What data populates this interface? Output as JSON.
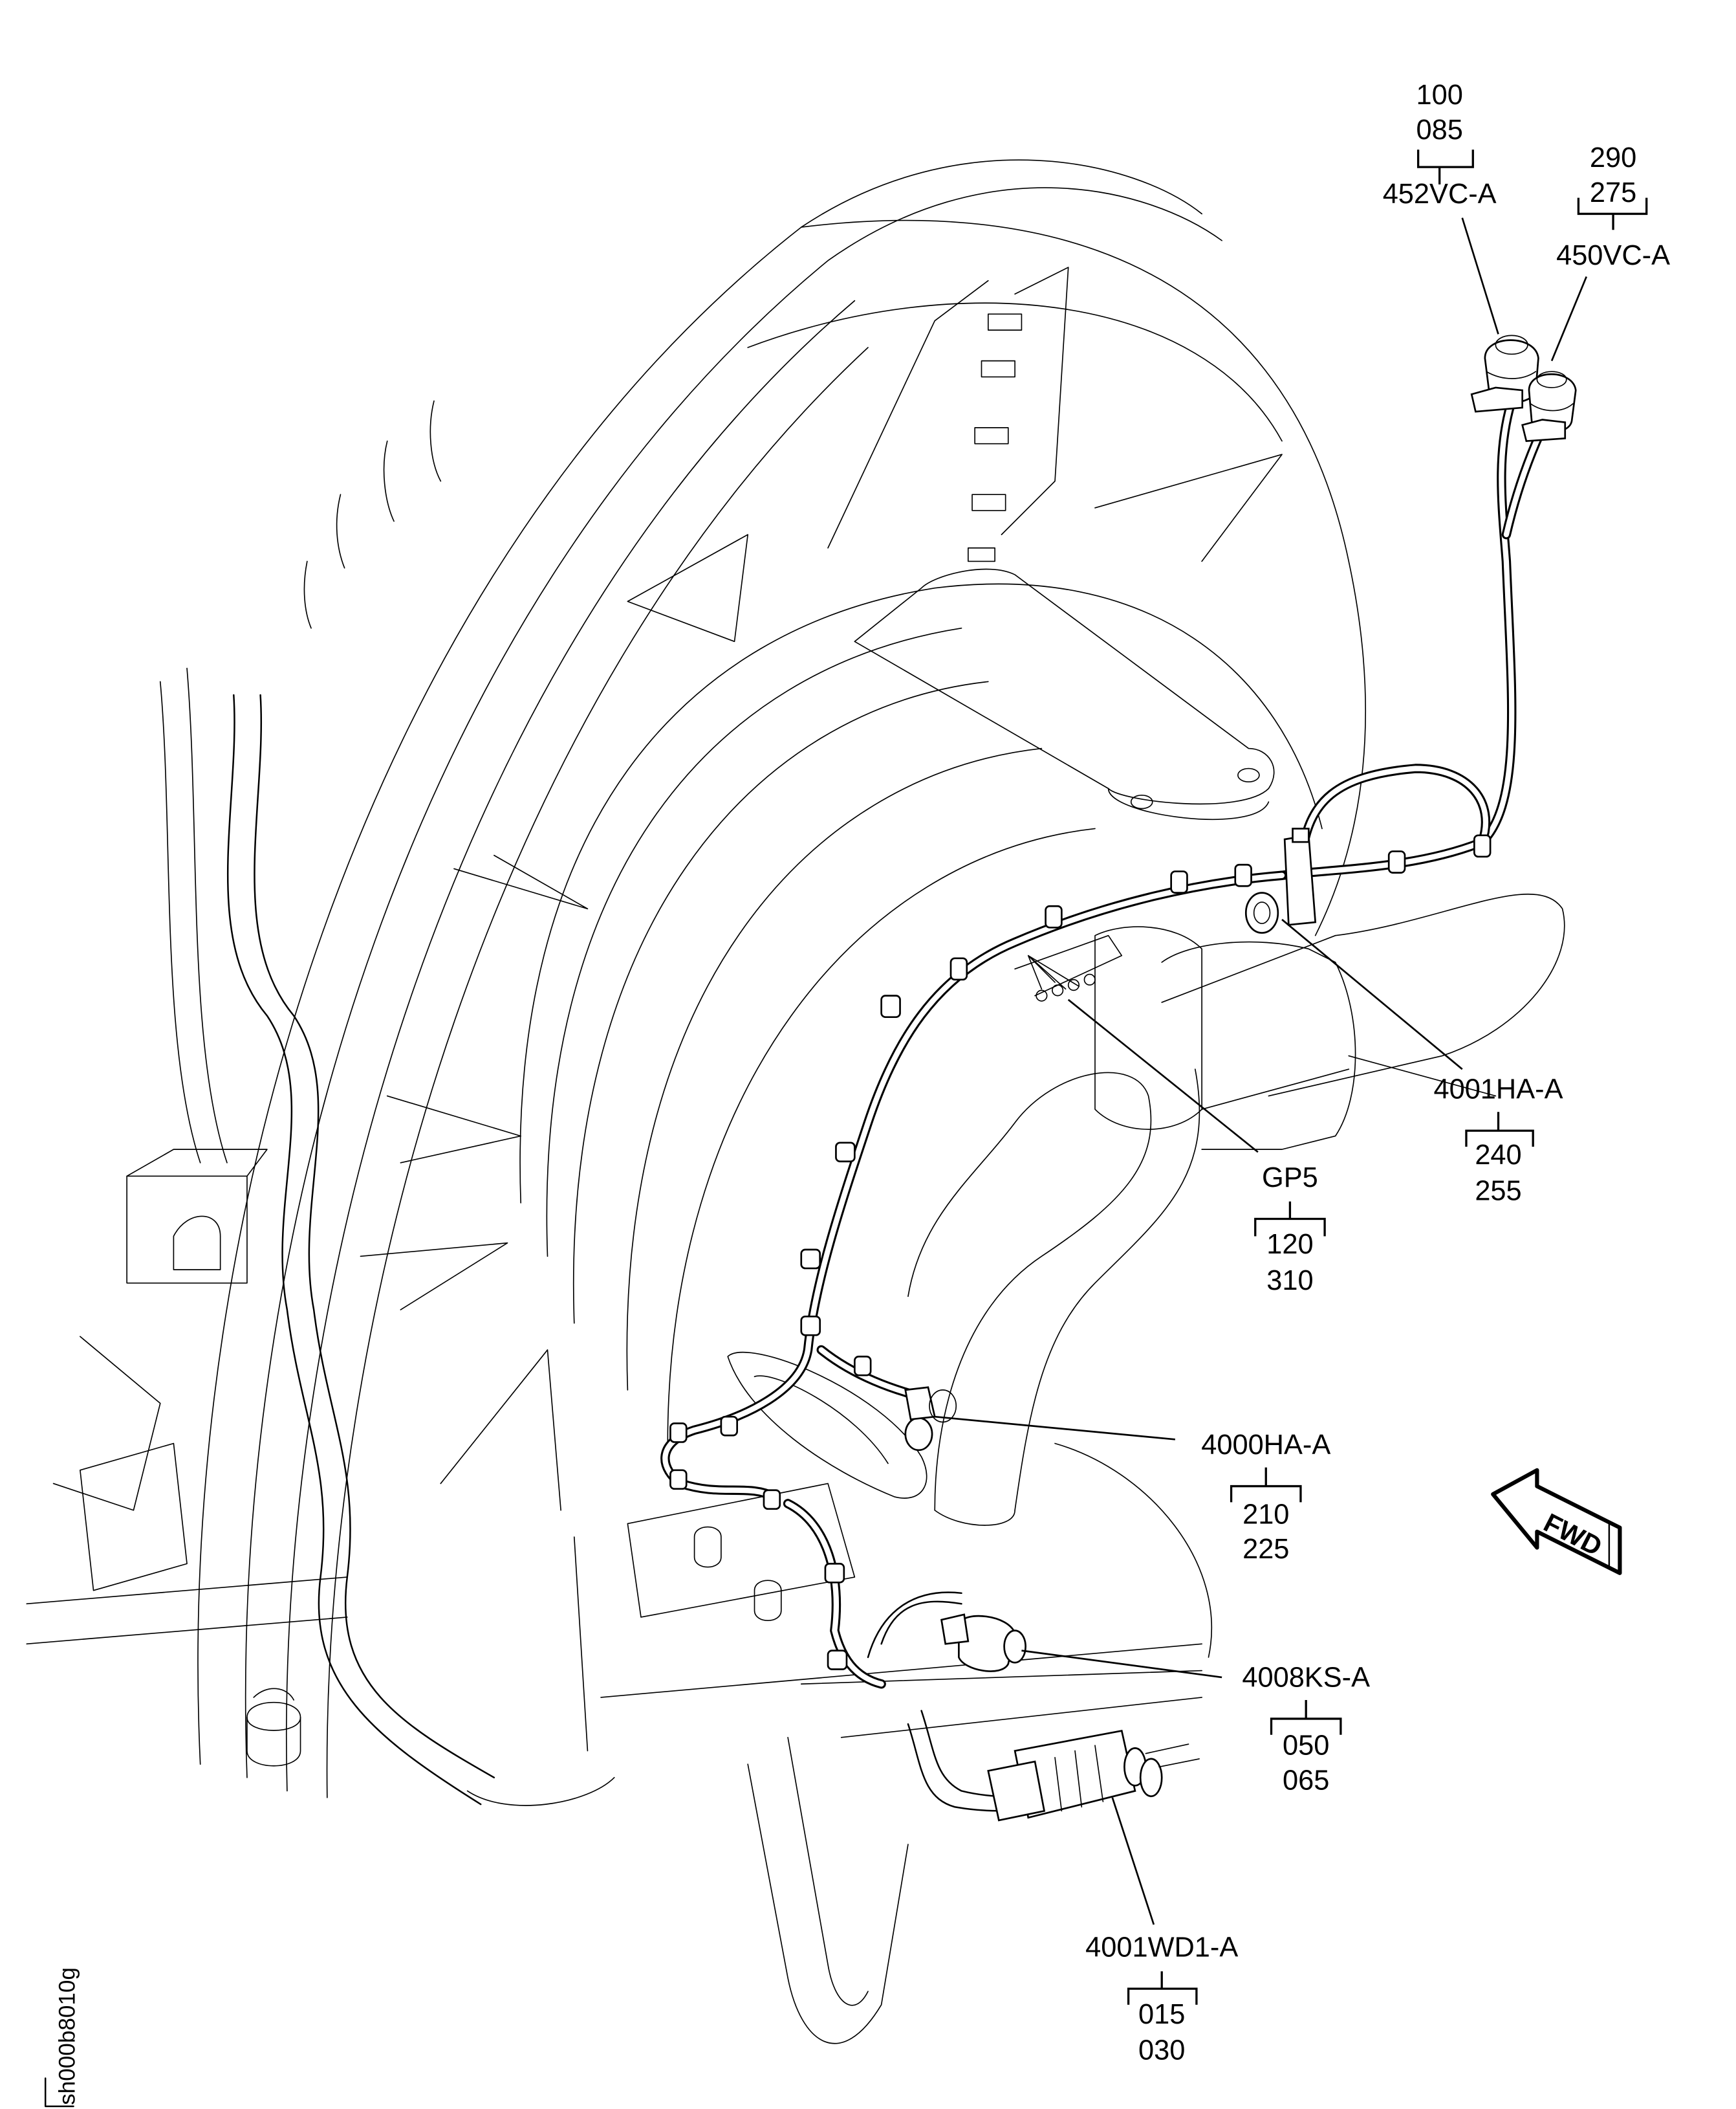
{
  "figure": {
    "id_label": "sh000b8010g",
    "orientation_arrow": {
      "label": "FWD",
      "icon": "fwd-direction-arrow-icon"
    },
    "callouts": [
      {
        "ref": "452VC-A",
        "items": [
          "100",
          "085"
        ],
        "bracket_position": "above"
      },
      {
        "ref": "450VC-A",
        "items": [
          "290",
          "275"
        ],
        "bracket_position": "above"
      },
      {
        "ref": "4001HA-A",
        "items": [
          "240",
          "255"
        ],
        "bracket_position": "below"
      },
      {
        "ref": "GP5",
        "items": [
          "120",
          "310"
        ],
        "bracket_position": "below"
      },
      {
        "ref": "4000HA-A",
        "items": [
          "210",
          "225"
        ],
        "bracket_position": "below"
      },
      {
        "ref": "4008KS-A",
        "items": [
          "050",
          "065"
        ],
        "bracket_position": "below"
      },
      {
        "ref": "4001WD1-A",
        "items": [
          "015",
          "030"
        ],
        "bracket_position": "below"
      }
    ]
  },
  "colors": {
    "line": "#000000",
    "background": "#ffffff"
  }
}
